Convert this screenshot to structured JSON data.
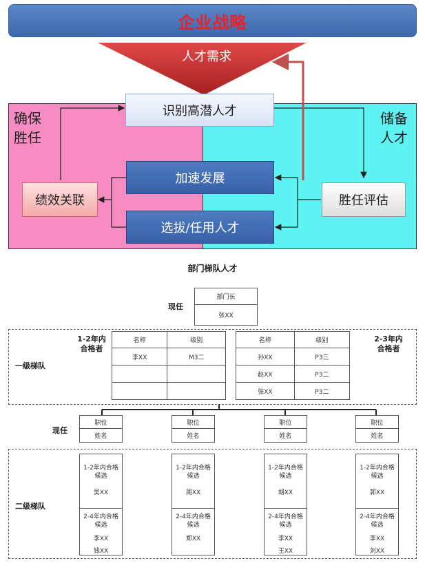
{
  "strategy": {
    "title": "企业战略",
    "demand": "人才需求"
  },
  "loop": {
    "left_panel": [
      "确保",
      "胜任"
    ],
    "right_panel": [
      "储备",
      "人才"
    ],
    "identify": "识别高潜人才",
    "accelerate": "加速发展",
    "select": "选拔/任用人才",
    "performance": "绩效关联",
    "assess": "胜任评估"
  },
  "ladder": {
    "title": "部门梯队人才",
    "current_label": "现任",
    "head": {
      "role": "部门长",
      "name": "张XX"
    },
    "tier1": {
      "label": "一级梯队",
      "left_caption": [
        "1-2年内",
        "合格者"
      ],
      "right_caption": [
        "2-3年内",
        "合格者"
      ],
      "headers": [
        "名称",
        "级别"
      ],
      "left_rows": [
        [
          "李XX",
          "M3二"
        ],
        [
          "",
          ""
        ],
        [
          "",
          ""
        ]
      ],
      "right_rows": [
        [
          "孙XX",
          "P3三"
        ],
        [
          "赵XX",
          "P3二"
        ],
        [
          "张XX",
          "P3二"
        ]
      ]
    },
    "tier2": {
      "label": "二级梯队",
      "current_label": "现任",
      "position_header": "职位",
      "name_header": "姓名",
      "columns": [
        {
          "top_caption": [
            "1-2年内合格",
            "候选"
          ],
          "top_name": "吴XX",
          "bottom_caption": [
            "2-4年内合格",
            "候选"
          ],
          "bottom_names": [
            "李XX",
            "钱XX"
          ]
        },
        {
          "top_caption": [
            "1-2年内合格",
            "候选"
          ],
          "top_name": "周XX",
          "bottom_caption": [
            "2-4年内合格",
            "候选"
          ],
          "bottom_names": [
            "郑XX"
          ]
        },
        {
          "top_caption": [
            "1-2年内合格",
            "候选"
          ],
          "top_name": "胡XX",
          "bottom_caption": [
            "2-4年内合格",
            "候选"
          ],
          "bottom_names": [
            "李XX",
            "王XX"
          ]
        },
        {
          "top_caption": [
            "1-2年内合格",
            "候选"
          ],
          "top_name": "郭XX",
          "bottom_caption": [
            "2-4年内合格",
            "候选"
          ],
          "bottom_names": [
            "李XX",
            "刘XX"
          ]
        }
      ]
    }
  },
  "colors": {
    "banner": "#4a77bb",
    "banner_text": "#e8222a",
    "triangle": "#c62d2d",
    "pink": "#f78cc2",
    "cyan": "#5ff2f2",
    "arrow_red": "#c0504d"
  }
}
